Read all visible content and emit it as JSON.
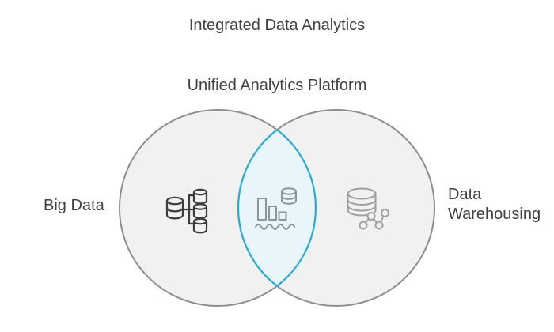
{
  "page": {
    "title": "Integrated Data Analytics",
    "subtitle": "Unified Analytics Platform"
  },
  "venn": {
    "left": {
      "label": "Big Data",
      "icon": "database-cluster-icon"
    },
    "right": {
      "label": "Data Warehousing",
      "icon": "warehouse-database-icon"
    },
    "intersection": {
      "icon": "analytics-data-lake-icon"
    }
  },
  "colors": {
    "background": "#ffffff",
    "text": "#414141",
    "circle_fill": "#f1f1f1",
    "circle_stroke": "#8e8e8e",
    "intersection_fill": "#e8f6fb",
    "intersection_stroke": "#29abd4",
    "left_icon": "#3d3d3d",
    "center_icon": "#8d959b",
    "right_icon": "#9da1a4"
  }
}
